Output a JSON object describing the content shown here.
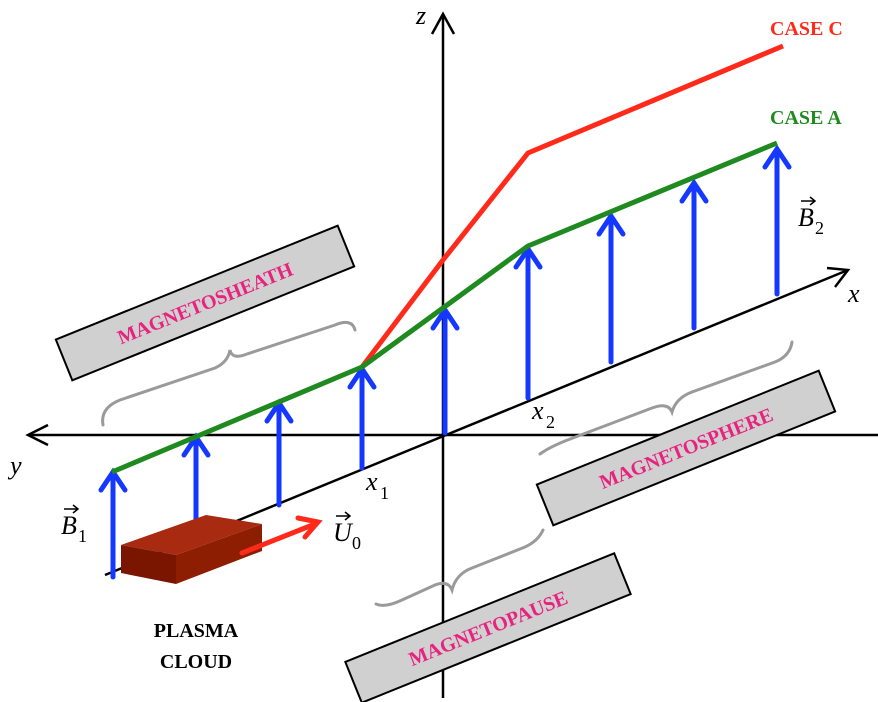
{
  "axes": {
    "x": "x",
    "y": "y",
    "z": "z"
  },
  "points": {
    "x1": {
      "base": "x",
      "sub": "1"
    },
    "x2": {
      "base": "x",
      "sub": "2"
    }
  },
  "fields": {
    "B1": {
      "base": "B",
      "sub": "1"
    },
    "B2": {
      "base": "B",
      "sub": "2"
    },
    "U0": {
      "base": "U",
      "sub": "0"
    }
  },
  "cases": {
    "case_a": {
      "label": "CASE A",
      "color": "#1f8a1f"
    },
    "case_c": {
      "label": "CASE C",
      "color": "#ff2a1a"
    }
  },
  "regions": {
    "magnetosheath": "MAGNETOSHEATH",
    "magnetosphere": "MAGNETOSPHERE",
    "magnetopause": "MAGNETOPAUSE"
  },
  "plasma_cloud": {
    "line1": "PLASMA",
    "line2": "CLOUD"
  },
  "colors": {
    "field_arrows": "#1438ff",
    "velocity_arrow": "#ff2a1a",
    "label_box": "#d0d0d0",
    "region_text": "#e8237f",
    "brace": "#9a9a9a",
    "cloud": "#8b1a00"
  }
}
